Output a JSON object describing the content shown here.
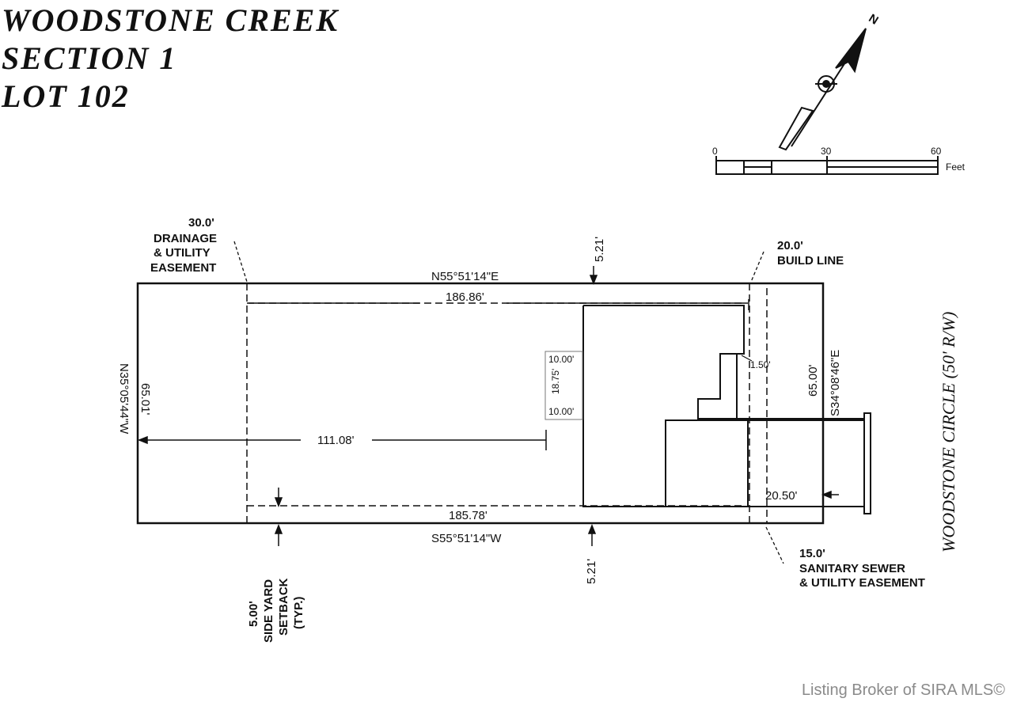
{
  "title": {
    "line1": "WOODSTONE  CREEK",
    "line2": "SECTION  1",
    "line3": "LOT  102"
  },
  "north_arrow": {
    "label": "N",
    "icon": "north-arrow-icon"
  },
  "scale_bar": {
    "ticks": [
      "0",
      "30",
      "60"
    ],
    "unit": "Feet"
  },
  "easements": {
    "drainage": [
      "30.0'",
      "DRAINAGE",
      "& UTILITY",
      "EASEMENT"
    ],
    "build_line": [
      "20.0'",
      "BUILD LINE"
    ],
    "sanitary": [
      "15.0'",
      "SANITARY SEWER",
      "& UTILITY EASEMENT"
    ],
    "side_yard": [
      "5.00'",
      "SIDE YARD",
      "SETBACK",
      "(TYP.)"
    ]
  },
  "boundary": {
    "north_bearing": "N55°51'14\"E",
    "south_bearing": "S55°51'14\"W",
    "west_bearing": "N35°05'44\"W",
    "west_length": "65.01'",
    "east_bearing": "S34°08'46\"E",
    "east_length": "65.00'"
  },
  "dimensions": {
    "top_offset": "5.21'",
    "bottom_offset": "5.21'",
    "top_length": "186.86'",
    "bottom_length": "185.78'",
    "rear_setback": "111.08'",
    "box_top": "10.00'",
    "box_mid": "18.75'",
    "box_bottom": "10.00'",
    "jog": "1.50'",
    "drive": "20.50'"
  },
  "road": {
    "label": "WOODSTONE CIRCLE  (50' R/W)"
  },
  "footer": {
    "text": "Listing Broker of SIRA MLS©"
  },
  "colors": {
    "ink": "#111111",
    "footer": "#8a8a8a",
    "background": "#ffffff"
  }
}
